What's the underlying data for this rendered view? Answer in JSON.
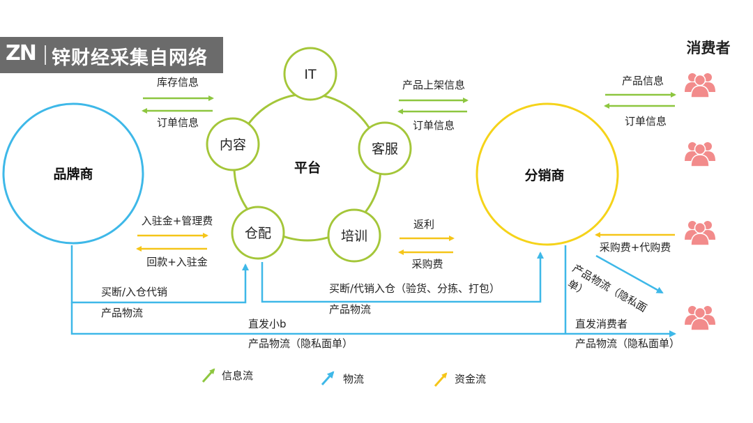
{
  "watermark": {
    "logo": "ZN",
    "text": "锌财经采集自网络"
  },
  "colors": {
    "info": "#8dc63f",
    "logistics": "#3eb8e8",
    "money": "#f5c518",
    "platform": "#a4c639",
    "brand": "#3eb8e8",
    "distributor": "#f5d31a",
    "consumer": "#f28b8b"
  },
  "nodes": {
    "brand": "品牌商",
    "platform": "平台",
    "distributor": "分销商",
    "it": "IT",
    "content": "内容",
    "service": "客服",
    "warehouse": "仓配",
    "training": "培训",
    "consumers_title": "消费者"
  },
  "labels": {
    "inventory_info": "库存信息",
    "order_info_left": "订单信息",
    "product_listing_info": "产品上架信息",
    "order_info_mid": "订单信息",
    "product_info": "产品信息",
    "order_info_right": "订单信息",
    "entry_fee": "入驻金+管理费",
    "refund": "回款+入驻金",
    "rebate": "返利",
    "purchase_fee": "采购费",
    "purchase_agent_fee": "采购费+代购费",
    "buyout_left": "买断/入仓代销",
    "logistics_left": "产品物流",
    "buyout_mid": "买断/代销入仓（验货、分拣、打包）",
    "logistics_mid": "产品物流",
    "direct_small_b": "直发小b",
    "logistics_private_bottom": "产品物流（隐私面单）",
    "logistics_private_diag_1": "产品物流（隐私面",
    "logistics_private_diag_2": "单）",
    "direct_consumer": "直发消费者",
    "logistics_private_right": "产品物流（隐私面单）"
  },
  "legend": {
    "info": "信息流",
    "logistics": "物流",
    "money": "资金流"
  }
}
